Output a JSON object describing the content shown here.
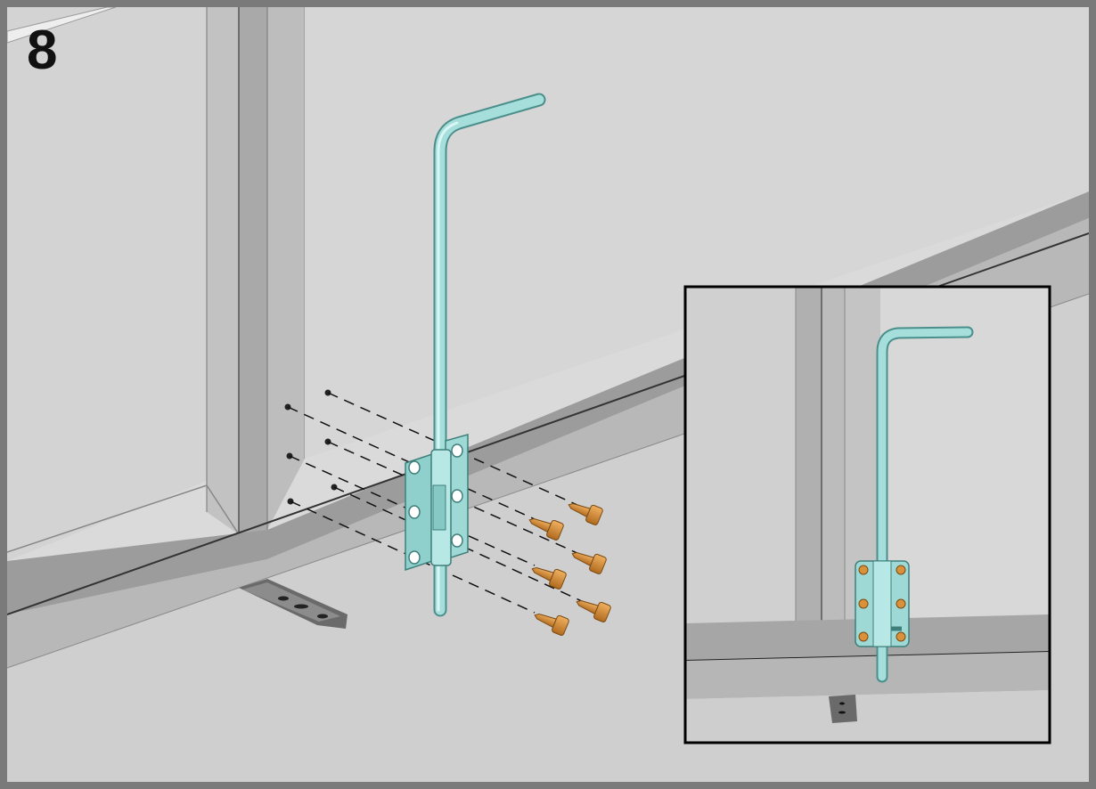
{
  "step": {
    "number": "8"
  },
  "parts": {
    "bolt_latch": {
      "color": "#9fd9d6",
      "screw_count": 6
    },
    "screws": {
      "color": "#d9923a",
      "count": 6
    }
  },
  "colors": {
    "frame_border": "#7a7a7a",
    "wall": "#d9d9d9",
    "profile": "#b5b5b5",
    "latch": "#9fd9d6",
    "screw": "#d9923a"
  }
}
